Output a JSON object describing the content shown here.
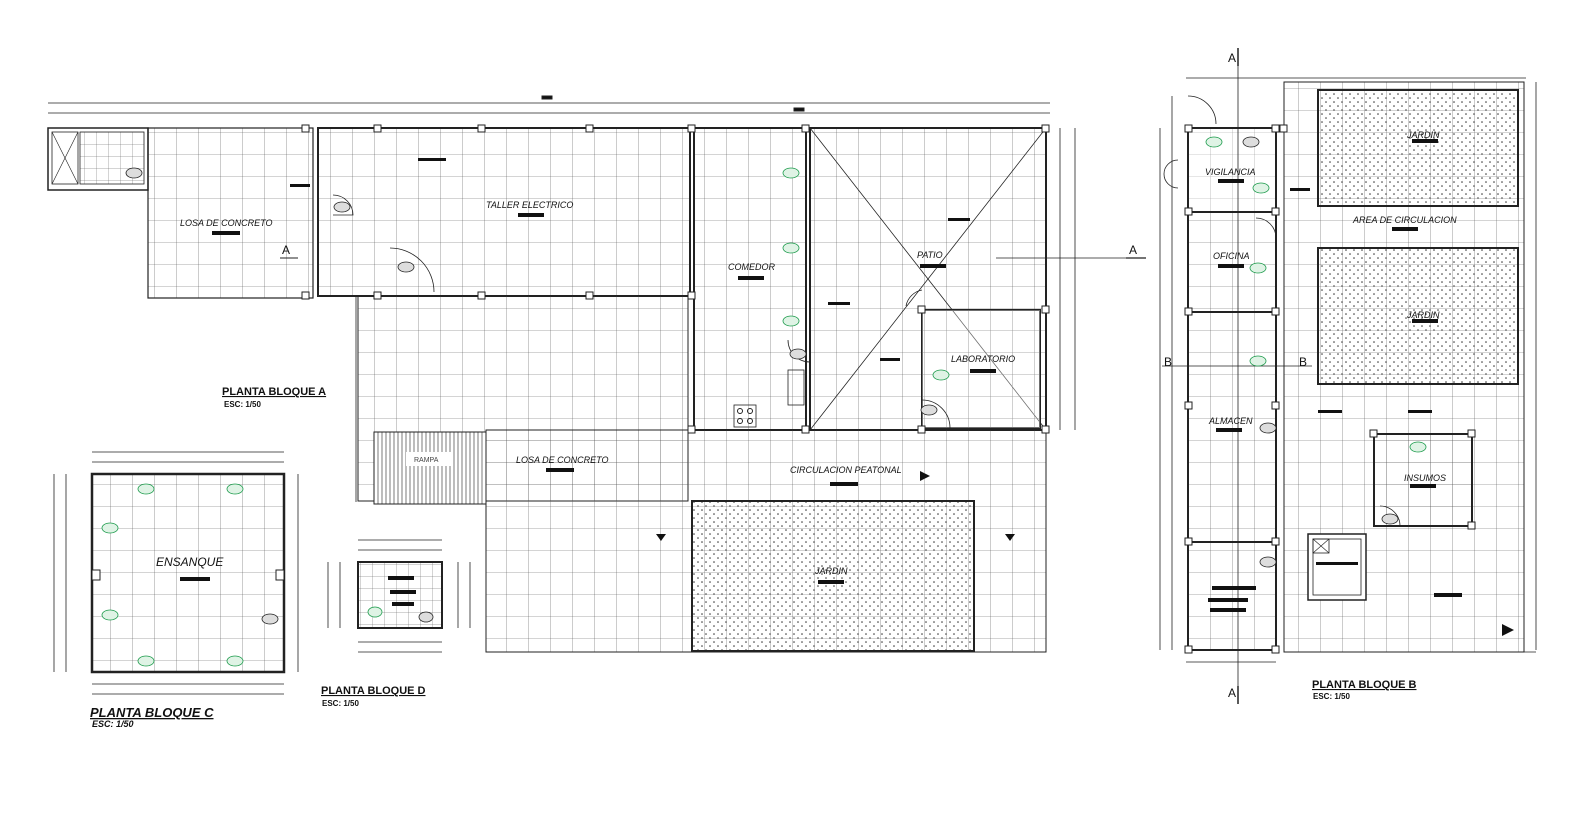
{
  "blocks": {
    "a": {
      "title": "PLANTA BLOQUE A",
      "scale": "ESC: 1/50",
      "rooms": {
        "losa_1": "LOSA DE CONCRETO",
        "taller": "TALLER ELECTRICO",
        "comedor": "COMEDOR",
        "patio": "PATIO",
        "laboratorio": "LABORATORIO",
        "losa_2": "LOSA DE CONCRETO",
        "rampa": "RAMPA",
        "circulacion": "CIRCULACION PEATONAL",
        "jardin": "JARDIN"
      }
    },
    "b": {
      "title": "PLANTA BLOQUE B",
      "scale": "ESC: 1/50",
      "rooms": {
        "vigilancia": "VIGILANCIA",
        "oficina": "OFICINA",
        "almacen": "ALMACEN",
        "jardin_1": "JARDIN",
        "area_circulacion": "AREA DE CIRCULACION",
        "jardin_2": "JARDIN",
        "insumos": "INSUMOS"
      }
    },
    "c": {
      "title": "PLANTA BLOQUE C",
      "scale": "ESC: 1/50",
      "rooms": {
        "ensanque": "ENSANQUE"
      }
    },
    "d": {
      "title": "PLANTA BLOQUE D",
      "scale": "ESC: 1/50"
    }
  },
  "section_marks": {
    "a": "A",
    "b": "B"
  },
  "colors": {
    "line": "#222222",
    "grid": "#555555",
    "fixture": "#1a9a4a",
    "paper": "#ffffff"
  }
}
